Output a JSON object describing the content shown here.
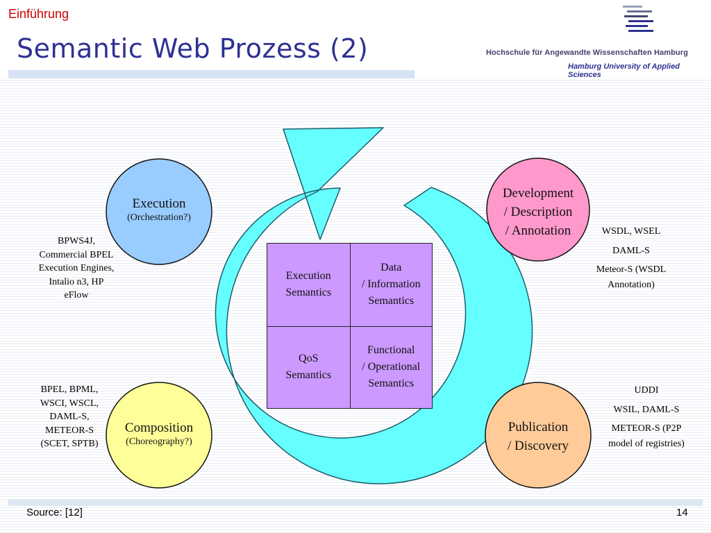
{
  "header": {
    "section": "Einführung",
    "title": "Semantic Web Prozess (2)",
    "logo_line1": "Hochschule für Angewandte Wissenschaften Hamburg",
    "logo_line2": "Hamburg University of Applied Sciences"
  },
  "circles": {
    "execution": {
      "label": "Execution",
      "sub": "(Orchestration?)",
      "color": "#99ccff"
    },
    "development": {
      "line1": "Development",
      "line2": "/ Description",
      "line3": "/ Annotation",
      "color": "#ff99cc"
    },
    "composition": {
      "label": "Composition",
      "sub": "(Choreography?)",
      "color": "#ffff99"
    },
    "publication": {
      "line1": "Publication",
      "line2": "/ Discovery",
      "color": "#ffcc99"
    }
  },
  "notes": {
    "execution": [
      "BPWS4J,",
      "Commercial BPEL",
      "Execution Engines,",
      "Intalio n3, HP",
      "eFlow"
    ],
    "development": [
      "WSDL, WSEL",
      "DAML-S",
      "Meteor-S (WSDL",
      "Annotation)"
    ],
    "composition": [
      "BPEL, BPML,",
      "WSCI, WSCL,",
      "DAML-S,",
      "METEOR-S",
      "(SCET, SPTB)"
    ],
    "publication": [
      "UDDI",
      "WSIL, DAML-S",
      "METEOR-S (P2P",
      "model of registries)"
    ]
  },
  "grid": {
    "top_left": [
      "Execution",
      "Semantics"
    ],
    "top_right": [
      "Data",
      "/ Information",
      "Semantics"
    ],
    "bottom_left": [
      "QoS",
      "Semantics"
    ],
    "bottom_right": [
      "Functional",
      "/ Operational",
      "Semantics"
    ],
    "color": "#cc99ff"
  },
  "arrow_color": "#66ffff",
  "footer": {
    "source": "Source: [12]",
    "page": "14"
  }
}
